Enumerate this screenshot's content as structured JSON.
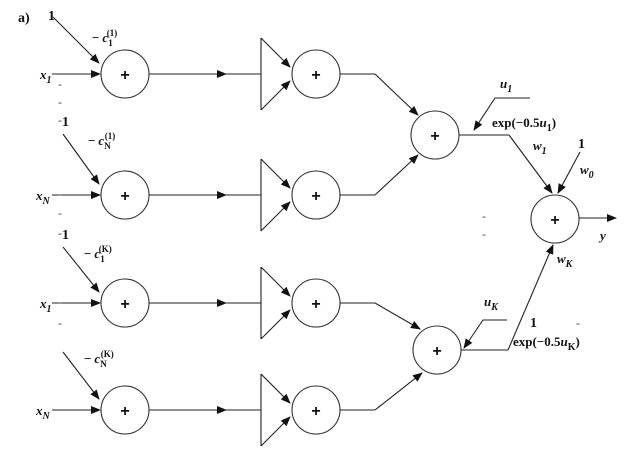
{
  "panel_label": "a)",
  "plus_symbol": "+",
  "input_rows": [
    {
      "bias_input": "1",
      "bias_weight_base": "c",
      "bias_weight_sub": "1",
      "bias_weight_sup": "(1)",
      "input_base": "x",
      "input_sub": "1"
    },
    {
      "bias_input": "1",
      "bias_weight_base": "c",
      "bias_weight_sub": "N",
      "bias_weight_sup": "(1)",
      "input_base": "x",
      "input_sub": "N"
    },
    {
      "bias_input": "1",
      "bias_weight_base": "c",
      "bias_weight_sub": "1",
      "bias_weight_sup": "(K)",
      "input_base": "x",
      "input_sub": "1"
    },
    {
      "bias_input": "",
      "bias_weight_base": "c",
      "bias_weight_sub": "N",
      "bias_weight_sup": "(K)",
      "input_base": "x",
      "input_sub": "N"
    }
  ],
  "minus_sign": "−",
  "hidden_units": [
    {
      "u_base": "u",
      "u_sub": "1",
      "activation": "exp(−0.5",
      "activation_var": "u",
      "activation_sub": "1",
      "activation_close": ")",
      "weight_base": "w",
      "weight_sub": "1"
    },
    {
      "u_base": "u",
      "u_sub": "K",
      "activation": "exp(−0.5",
      "activation_var": "u",
      "activation_sub": "K",
      "activation_close": ")",
      "weight_base": "w",
      "weight_sub": "K"
    }
  ],
  "output": {
    "bias_input": "1",
    "bias_weight_base": "w",
    "bias_weight_sub": "0",
    "label": "y"
  },
  "lower_bias_input": "1",
  "ellipsis_mark": "-"
}
